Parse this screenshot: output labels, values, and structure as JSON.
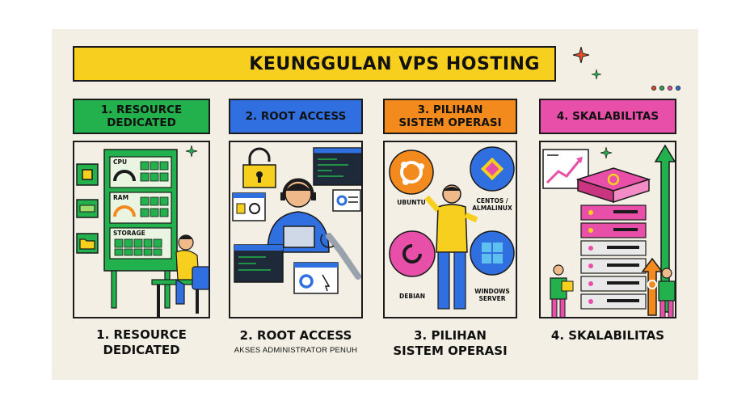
{
  "title": "KEUNGGULAN VPS HOSTING",
  "colors": {
    "background": "#f3efe4",
    "title_bar": "#f7cf1f",
    "green": "#22b14c",
    "blue": "#2f6fe0",
    "orange": "#f28a1e",
    "pink": "#e84fa8"
  },
  "sections": [
    {
      "header": "1. RESOURCE\nDEDICATED",
      "caption": "1. RESOURCE\nDEDICATED",
      "labels": {
        "cpu": "CPU",
        "ram": "RAM",
        "storage": "STORAGE"
      }
    },
    {
      "header": "2. ROOT ACCESS",
      "caption": "2. ROOT ACCESS",
      "subcaption": "AKSES ADMINISTRATOR PENUH"
    },
    {
      "header": "3. PILIHAN\nSISTEM OPERASI",
      "caption": "3. PILIHAN\nSISTEM OPERASI",
      "os": {
        "ubuntu": "UBUNTU",
        "centos": "CENTOS /\nALMALINUX",
        "debian": "DEBIAN",
        "windows": "WINDOWS\nSERVER"
      }
    },
    {
      "header": "4. SKALABILITAS",
      "caption": "4. SKALABILITAS"
    }
  ]
}
